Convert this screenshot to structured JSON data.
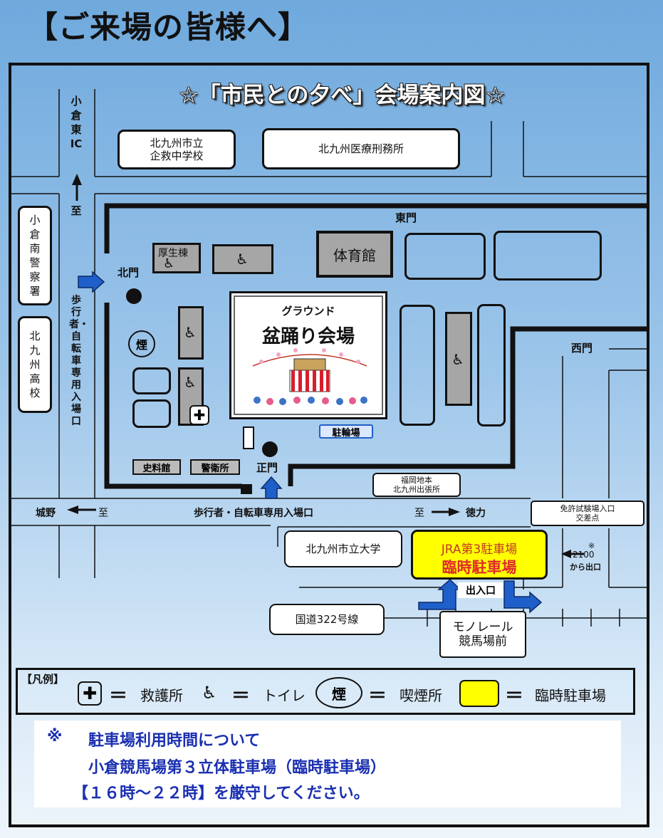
{
  "header": "【ご来場の皆様へ】",
  "map_title": "☆「市民との夕べ」会場案内図☆",
  "buildings": {
    "school": "北九州市立\n企救中学校",
    "prison": "北九州医療刑務所",
    "police": "小倉南警察署",
    "high_school": "北九州高校",
    "welfare": "厚生棟",
    "gym": "体育館",
    "archive": "史料館",
    "guard": "警衛所",
    "fukuoka_office": "福岡地本\n北九州出張所",
    "license_center": "免許試験場入口\n交差点",
    "university": "北九州市立大学",
    "monorail": "モノレール\n競馬場前",
    "route": "国道322号線"
  },
  "ground": {
    "label": "グラウンド",
    "main": "盆踊り会場"
  },
  "bicycle_parking": "駐輪場",
  "parking": {
    "line1": "JRA第3駐車場",
    "line2": "臨時駐車場"
  },
  "gates": {
    "east": "東門",
    "north": "北門",
    "west": "西門",
    "main": "正門",
    "exit": "出入口"
  },
  "smoking_symbol": "煙",
  "first_aid_symbol": "✚",
  "toilet_symbol": "♿",
  "roads": {
    "kokura_ic": "小倉東IC",
    "to_up": "至",
    "pedestrian_left": "歩行者・自転車専用入場口",
    "pedestrian_main": "歩行者・自転車専用入場口",
    "joya": "城野",
    "to_left": "至",
    "to_right": "至",
    "tokuriki": "徳力",
    "exit_note_mark": "※",
    "exit_note_num": "2100",
    "exit_note": "から出口"
  },
  "legend": {
    "title": "【凡例】",
    "first_aid": "救護所",
    "toilet": "トイレ",
    "smoking": "喫煙所",
    "parking": "臨時駐車場",
    "eq": "＝"
  },
  "notice": {
    "mark": "※",
    "line1": "駐車場利用時間について",
    "line2": "小倉競馬場第３立体駐車場（臨時駐車場）",
    "line3": "【１６時～２２時】を厳守してください。"
  },
  "colors": {
    "parking_yellow": "#ffff00",
    "arrow_blue": "#1f5fc9",
    "notice_blue": "#1a2fb0"
  }
}
